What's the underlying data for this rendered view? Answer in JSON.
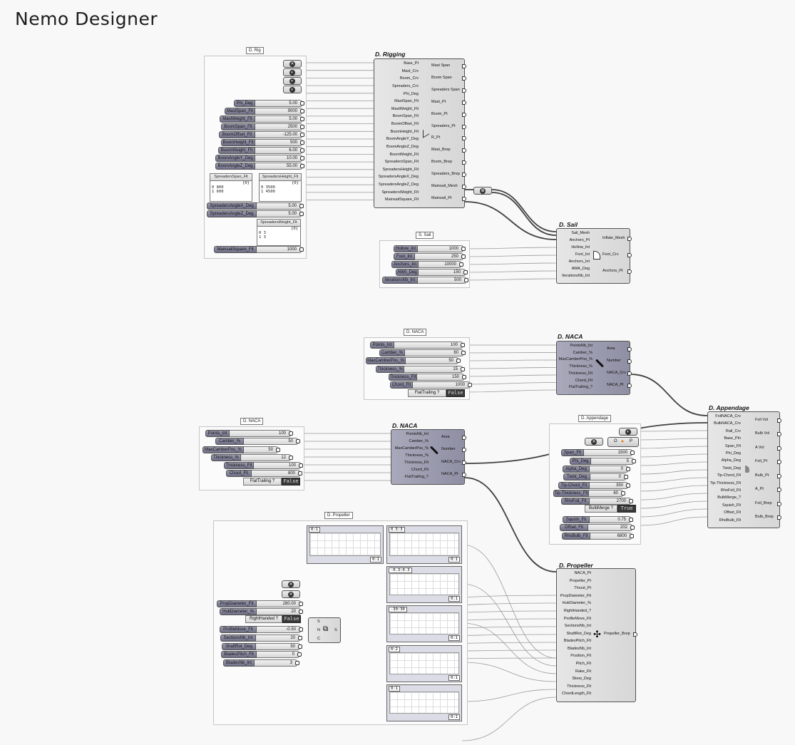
{
  "page_title": "Nemo Designer",
  "groups": {
    "rig": "D. Rig",
    "sail": "S. Sail",
    "naca1": "D. NACA",
    "naca2": "D. NACA",
    "appendage": "D. Appendage",
    "propeller": "D. Propeller"
  },
  "rig_sliders": [
    {
      "label": "Phi_Deg",
      "value": "5.00"
    },
    {
      "label": "MastSpan_Flt",
      "value": "9000"
    },
    {
      "label": "MastWeight_Flt",
      "value": "5.00"
    },
    {
      "label": "BoomSpan_Flt",
      "value": "2500"
    },
    {
      "label": "BoomOffset_Flt",
      "value": "-125.00"
    },
    {
      "label": "BoomHeight_Flt",
      "value": "500"
    },
    {
      "label": "BoomWeight_Flt",
      "value": "6.00"
    },
    {
      "label": "BoomAngleY_Deg",
      "value": "10.00"
    },
    {
      "label": "BoomAngleZ_Deg",
      "value": "55.00"
    },
    {
      "label": "SpreadersAngleX_Deg",
      "value": "5.00"
    },
    {
      "label": "SpreadersAngleZ_Deg",
      "value": "5.00"
    },
    {
      "label": "MainsailSquare_Flt",
      "value": "1000"
    }
  ],
  "rig_panels": {
    "spreaders_span": {
      "label": "SpreadersSpan_Flt",
      "header": "{0}",
      "line1": "0  800",
      "line2": "1  600"
    },
    "spreaders_height": {
      "label": "SpreadersHeight_Flt",
      "header": "{0}",
      "line1": "0  3500",
      "line2": "1  4500"
    },
    "spreaders_weight": {
      "label": "SpreadersWeight_Flt",
      "header": "{0}",
      "line1": "0  3",
      "line2": "1  3"
    }
  },
  "rigging": {
    "title": "D. Rigging",
    "inputs": [
      "Base_Pt",
      "Mast_Crv",
      "Boom_Crv",
      "Spreaders_Crv",
      "Phi_Deg",
      "MastSpan_Flt",
      "MastWeight_Flt",
      "BoomSpan_Flt",
      "BoomOffset_Flt",
      "BoomHeight_Flt",
      "BoomAngleY_Deg",
      "BoomAngleZ_Deg",
      "BoomWeight_Flt",
      "SpreadersSpan_Flt",
      "SpreadersHeight_Flt",
      "SpreadersAngleX_Deg",
      "SpreadersAngleZ_Deg",
      "SpreadersWeight_Flt",
      "MainsailSquare_Flt"
    ],
    "outputs": [
      "Mast Span",
      "Boom Span",
      "Spreaders Span",
      "Mast_Pt",
      "Boom_Pt",
      "Spreaders_Pt",
      "R_Pt",
      "Mast_Brep",
      "Boom_Brep",
      "Spreaders_Brep",
      "Mainsail_Mesh",
      "Mainsail_Pt"
    ]
  },
  "sail_sliders": [
    {
      "label": "Hollow_Int",
      "value": "1000"
    },
    {
      "label": "Foot_Int",
      "value": "250"
    },
    {
      "label": "Anchors_Int",
      "value": "10000"
    },
    {
      "label": "AWA_Deg",
      "value": "150"
    },
    {
      "label": "IterationsNb_Int",
      "value": "500"
    }
  ],
  "sail": {
    "title": "D. Sail",
    "inputs": [
      "Sail_Mesh",
      "Anchors_Pt",
      "Hollow_Int",
      "Foot_Int",
      "Anchors_Int",
      "AWA_Deg",
      "IterationsNb_Int"
    ],
    "outputs": [
      "Inflate_Mesh",
      "Foot_Crv",
      "Anchors_Pt"
    ]
  },
  "naca1_sliders": [
    {
      "label": "Points_Int",
      "value": "100"
    },
    {
      "label": "Camber_%",
      "value": "60"
    },
    {
      "label": "MaxCamberPos_%",
      "value": "50"
    },
    {
      "label": "Thickness_%",
      "value": "15"
    },
    {
      "label": "Thickness_Flt",
      "value": "150"
    },
    {
      "label": "Chord_Flt",
      "value": "1000"
    }
  ],
  "naca1_toggle": {
    "label": "FlatTrailing ?",
    "value": "False"
  },
  "naca1": {
    "title": "D. NACA",
    "inputs": [
      "PointsNb_Int",
      "Camber_%",
      "MaxCamberPos_%",
      "Thickness_%",
      "Thickness_Flt",
      "Chord_Flt",
      "FlatTrailing_?"
    ],
    "outputs": [
      "Area",
      "Number",
      "NACA_Crv",
      "NACA_Pt"
    ]
  },
  "naca2_sliders": [
    {
      "label": "Points_Int",
      "value": "100"
    },
    {
      "label": "Camber_%",
      "value": "50"
    },
    {
      "label": "MaxCamberPos_%",
      "value": "50"
    },
    {
      "label": "Thickness_%",
      "value": "12"
    },
    {
      "label": "Thickness_Flt",
      "value": "100"
    },
    {
      "label": "Chord_Flt",
      "value": "800"
    }
  ],
  "naca2_toggle": {
    "label": "FlatTrailing ?",
    "value": "False"
  },
  "naca2": {
    "title": "D. NACA",
    "inputs": [
      "PointsNb_Int",
      "Camber_%",
      "MaxCamberPos_%",
      "Thickness_%",
      "Thickness_Flt",
      "Chord_Flt",
      "FlatTrailing_?"
    ],
    "outputs": [
      "Area",
      "Number",
      "NACA_Crv",
      "NACA_Pt"
    ]
  },
  "appendage_sliders": [
    {
      "label": "Span_Flt",
      "value": "1500"
    },
    {
      "label": "Phi_Deg",
      "value": "5"
    },
    {
      "label": "Alpha_Deg",
      "value": "0"
    },
    {
      "label": "Twist_Deg",
      "value": "0"
    },
    {
      "label": "Tip-Chord_Flt",
      "value": "350"
    },
    {
      "label": "Tip-Thickness_Flt",
      "value": "60"
    },
    {
      "label": "RhoFoil_Flt",
      "value": "2700"
    }
  ],
  "appendage_toggle": {
    "label": "BulbMerge ?",
    "value": "True"
  },
  "appendage_sliders2": [
    {
      "label": "Squish_Flt",
      "value": "0.75"
    },
    {
      "label": "Offset_Flt",
      "value": "202"
    },
    {
      "label": "RhoBulb_Flt",
      "value": "6800"
    }
  ],
  "appendage_widget": {
    "o": "O",
    "p": "P"
  },
  "appendage": {
    "title": "D. Appendage",
    "inputs": [
      "FoilNACA_Crv",
      "BulbNACA_Crv",
      "Rail_Crv",
      "Base_Pln",
      "Span_Flt",
      "Phi_Deg",
      "Alpha_Deg",
      "Twist_Deg",
      "Tip-Chord_Flt",
      "Tip-Thickness_Flt",
      "RhoFoil_Flt",
      "BulbMerge_?",
      "Squish_Flt",
      "Offset_Flt",
      "RhoBulb_Flt"
    ],
    "outputs": [
      "Foil Vol",
      "Bulb Vol",
      "A Vol",
      "Foil_Pt",
      "Bulb_Pt",
      "A_Pt",
      "Foil_Brep",
      "Bulb_Brep"
    ]
  },
  "prop_sliders": [
    {
      "label": "PropDiameter_Flt",
      "value": "280.00"
    },
    {
      "label": "HubDiameter_%",
      "value": "20"
    }
  ],
  "prop_toggle": {
    "label": "RightHanded ?",
    "value": "False"
  },
  "prop_sliders2": [
    {
      "label": "ProfileMove_Flt",
      "value": "-0.50"
    },
    {
      "label": "SectionsNb_Int",
      "value": "20"
    },
    {
      "label": "ShaftRot_Deg",
      "value": "50"
    },
    {
      "label": "BladesPitch_Flt",
      "value": "0"
    },
    {
      "label": "BladesNb_Int",
      "value": "3"
    }
  ],
  "series_component": {
    "inputs": [
      "S",
      "N",
      "C"
    ],
    "output": "S"
  },
  "graphs": [
    {
      "header": "0:1",
      "footer": "0:1"
    },
    {
      "header": "0.5:3",
      "footer": "0:1"
    },
    {
      "header": "-0.3:0.3",
      "footer": "0:1"
    },
    {
      "header": "-30:30",
      "footer": "0:1"
    },
    {
      "header": "0:2",
      "footer": "0:1"
    },
    {
      "header": "0:1",
      "footer": "0:1"
    }
  ],
  "propeller": {
    "title": "D. Propeller",
    "inputs": [
      "NACA_Pt",
      "Propeller_Pt",
      "Thrust_Pt",
      "PropDiameter_Flt",
      "HubDiameter_%",
      "RightHanded_?",
      "ProfileMove_Flt",
      "SectionsNb_Int",
      "ShaftRot_Deg",
      "BladesPitch_Flt",
      "BladesNb_Int",
      "Position_Flt",
      "Pitch_Flt",
      "Rake_Flt",
      "Skew_Deg",
      "Thickness_Flt",
      "ChordLength_Flt"
    ],
    "outputs": [
      "Propeller_Brep"
    ]
  },
  "colors": {
    "wire": "#9a9a9a",
    "wire_dark": "#404040",
    "slider_label": "#8686a0",
    "node_body": "#dcdcdc"
  }
}
